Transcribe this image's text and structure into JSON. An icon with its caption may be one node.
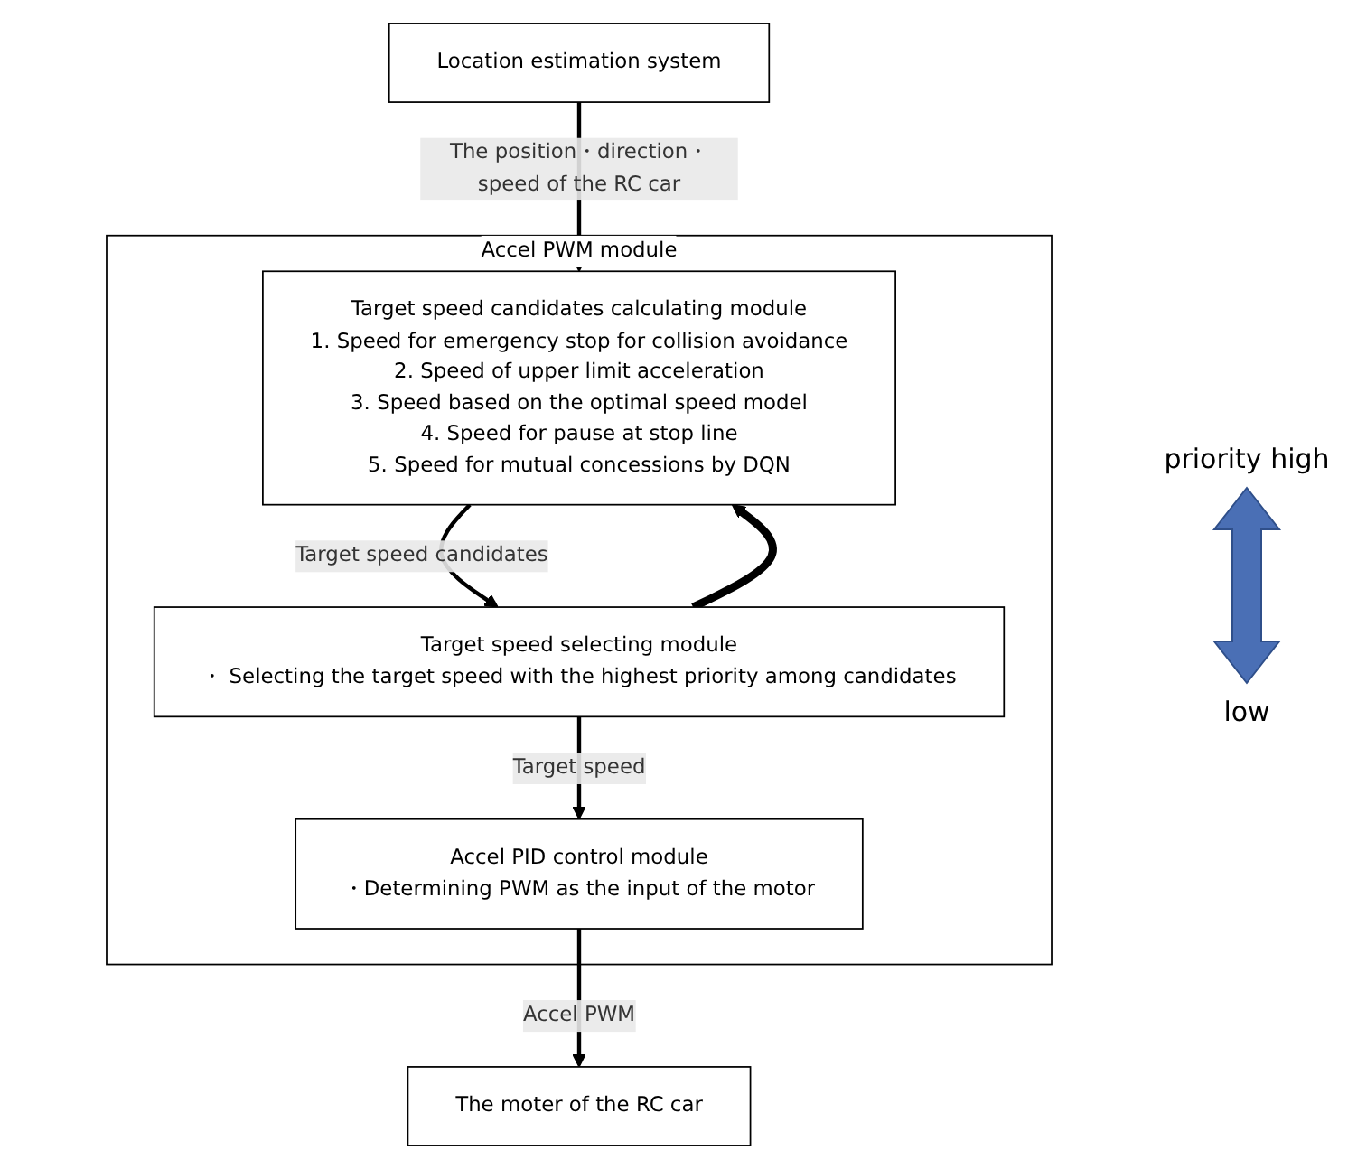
{
  "diagram": {
    "nodes": [
      {
        "text": [
          "Location estimation system"
        ]
      },
      {
        "text": [
          "Accel PWM module"
        ]
      },
      {
        "text": [
          "Target speed candidates calculating module",
          "1. Speed for emergency stop for collision avoidance",
          "2. Speed of upper limit acceleration",
          "3. Speed based on the optimal speed model",
          "4. Speed for pause at stop line",
          "5. Speed for mutual concessions by DQN"
        ],
        "in": 1
      },
      {
        "text": [
          "Target speed selecting module",
          "・ Selecting the target speed with the highest priority among candidates"
        ],
        "in": 1
      },
      {
        "text": [
          "Accel PID control module",
          "・Determining PWM as the input of the motor"
        ],
        "in": 1
      },
      {
        "text": [
          "The moter of the RC car"
        ]
      }
    ],
    "edges": [
      {
        "from": 0,
        "to": 2,
        "arrow": "to",
        "label": "The position・direction・speed of the RC car"
      },
      {
        "from": 2,
        "to": 3,
        "arrow": "to",
        "label": "Target speed candidates"
      },
      {
        "from": 3,
        "to": 2,
        "arrow": "to",
        "style": "thick"
      },
      {
        "from": 3,
        "to": 4,
        "arrow": "to",
        "label": "Target speed"
      },
      {
        "from": 4,
        "to": 5,
        "arrow": "to",
        "label": "Accel PWM"
      }
    ],
    "labels": [
      "priority high",
      "low"
    ]
  }
}
